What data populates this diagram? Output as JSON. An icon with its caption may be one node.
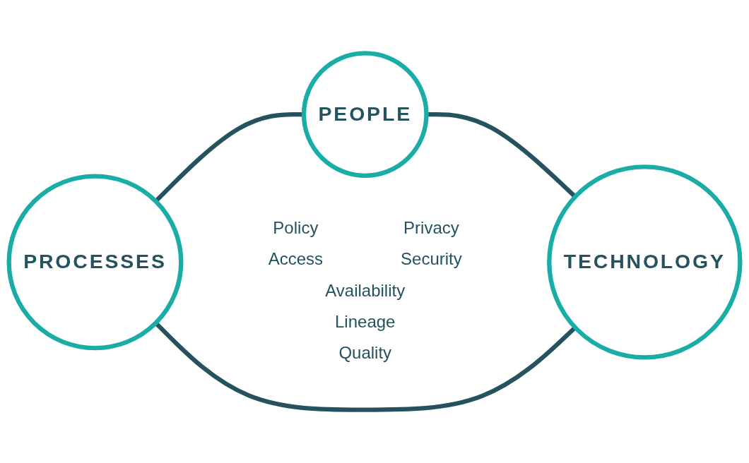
{
  "diagram": {
    "nodes": [
      {
        "text": [
          "PEOPLE"
        ]
      },
      {
        "text": [
          "PROCESSES"
        ]
      },
      {
        "text": [
          "TECHNOLOGY"
        ]
      }
    ],
    "edges": [
      {
        "from": 1,
        "to": 0,
        "arrow": "none"
      },
      {
        "from": 0,
        "to": 2,
        "arrow": "none"
      },
      {
        "from": 1,
        "to": 2,
        "arrow": "none"
      }
    ],
    "labels": [
      "Policy",
      "Privacy",
      "Access",
      "Security",
      "Availability",
      "Lineage",
      "Quality"
    ]
  }
}
